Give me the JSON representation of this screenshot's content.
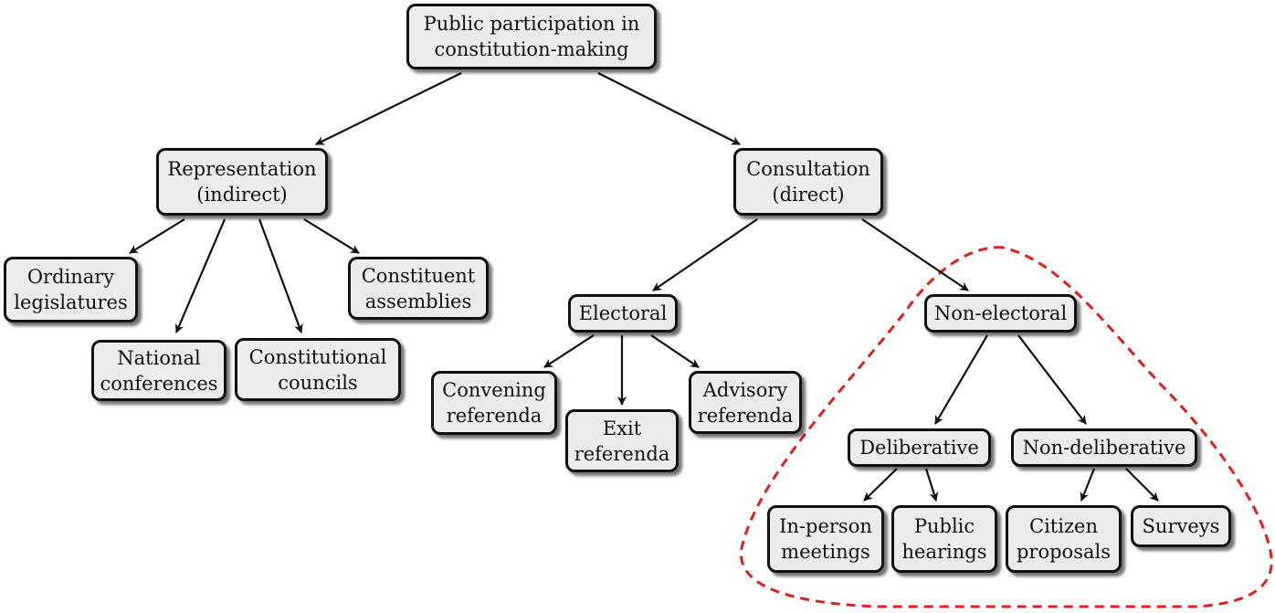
{
  "nodes": {
    "root": [
      "Public participation in",
      "constitution-making"
    ],
    "representation": [
      "Representation",
      "(indirect)"
    ],
    "consultation": [
      "Consultation",
      "(direct)"
    ],
    "ordinary_legislatures": [
      "Ordinary",
      "legislatures"
    ],
    "national_conferences": [
      "National",
      "conferences"
    ],
    "constitutional_councils": [
      "Constitutional",
      "councils"
    ],
    "constituent_assemblies": [
      "Constituent",
      "assemblies"
    ],
    "electoral": [
      "Electoral"
    ],
    "non_electoral": [
      "Non-electoral"
    ],
    "convening_referenda": [
      "Convening",
      "referenda"
    ],
    "exit_referenda": [
      "Exit",
      "referenda"
    ],
    "advisory_referenda": [
      "Advisory",
      "referenda"
    ],
    "deliberative": [
      "Deliberative"
    ],
    "non_deliberative": [
      "Non-deliberative"
    ],
    "in_person_meetings": [
      "In-person",
      "meetings"
    ],
    "public_hearings": [
      "Public",
      "hearings"
    ],
    "citizen_proposals": [
      "Citizen",
      "proposals"
    ],
    "surveys": [
      "Surveys"
    ]
  },
  "colors": {
    "node_fill": "#ececec",
    "node_border": "#111111",
    "arrow": "#111111",
    "highlight_dashed": "#e02020"
  }
}
